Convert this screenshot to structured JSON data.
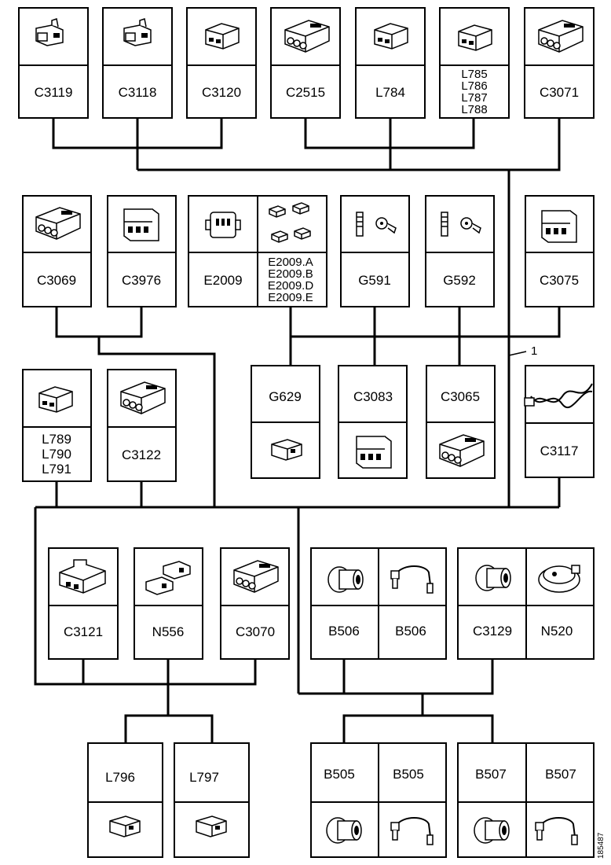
{
  "diagram": {
    "harness_callout": "1",
    "image_id": "185487",
    "components": [
      {
        "id": "c3119",
        "label": "C3119",
        "icon": "connector-plug-icon"
      },
      {
        "id": "c3118",
        "label": "C3118",
        "icon": "connector-plug-icon"
      },
      {
        "id": "c3120",
        "label": "C3120",
        "icon": "connector-housing-icon"
      },
      {
        "id": "c2515",
        "label": "C2515",
        "icon": "multi-pin-connector-icon"
      },
      {
        "id": "l784",
        "label": "L784",
        "icon": "connector-housing-icon"
      },
      {
        "id": "l785",
        "label": "L785",
        "icon": "connector-housing-icon"
      },
      {
        "id": "l786",
        "label": "L786",
        "icon": "connector-housing-icon"
      },
      {
        "id": "l787",
        "label": "L787",
        "icon": "connector-housing-icon"
      },
      {
        "id": "l788",
        "label": "L788",
        "icon": "connector-housing-icon"
      },
      {
        "id": "c3071",
        "label": "C3071",
        "icon": "multi-pin-connector-icon"
      },
      {
        "id": "c3069",
        "label": "C3069",
        "icon": "multi-pin-connector-icon"
      },
      {
        "id": "c3976",
        "label": "C3976",
        "icon": "connector-block-icon"
      },
      {
        "id": "e2009",
        "label": "E2009",
        "icon": "fuse-holder-icon"
      },
      {
        "id": "e2009a",
        "label": "E2009.A",
        "icon": "terminal-icon"
      },
      {
        "id": "e2009b",
        "label": "E2009.B",
        "icon": "terminal-icon"
      },
      {
        "id": "e2009d",
        "label": "E2009.D",
        "icon": "terminal-icon"
      },
      {
        "id": "e2009e",
        "label": "E2009.E",
        "icon": "terminal-icon"
      },
      {
        "id": "g591",
        "label": "G591",
        "icon": "ground-stud-icon"
      },
      {
        "id": "g592",
        "label": "G592",
        "icon": "ground-stud-icon"
      },
      {
        "id": "c3075",
        "label": "C3075",
        "icon": "connector-block-icon"
      },
      {
        "id": "g629",
        "label": "G629",
        "icon": "single-connector-icon"
      },
      {
        "id": "c3083",
        "label": "C3083",
        "icon": "connector-block-icon"
      },
      {
        "id": "c3065",
        "label": "C3065",
        "icon": "multi-pin-connector-icon"
      },
      {
        "id": "c3117",
        "label": "C3117",
        "icon": "twisted-wire-icon"
      },
      {
        "id": "l789",
        "label": "L789",
        "icon": "connector-housing-icon"
      },
      {
        "id": "l790",
        "label": "L790",
        "icon": "connector-housing-icon"
      },
      {
        "id": "l791",
        "label": "L791",
        "icon": "connector-housing-icon"
      },
      {
        "id": "c3122",
        "label": "C3122",
        "icon": "multi-pin-connector-icon"
      },
      {
        "id": "c3121",
        "label": "C3121",
        "icon": "connector-bracket-icon"
      },
      {
        "id": "n556",
        "label": "N556",
        "icon": "connector-pair-icon"
      },
      {
        "id": "c3070",
        "label": "C3070",
        "icon": "multi-pin-connector-icon"
      },
      {
        "id": "b506_a",
        "label": "B506",
        "icon": "sensor-icon"
      },
      {
        "id": "b506_b",
        "label": "B506",
        "icon": "sensor-lead-icon"
      },
      {
        "id": "c3129",
        "label": "C3129",
        "icon": "sensor-icon"
      },
      {
        "id": "n520",
        "label": "N520",
        "icon": "module-icon"
      },
      {
        "id": "l796",
        "label": "L796",
        "icon": "single-connector-icon"
      },
      {
        "id": "l797",
        "label": "L797",
        "icon": "single-connector-icon"
      },
      {
        "id": "b505_a",
        "label": "B505",
        "icon": "sensor-icon"
      },
      {
        "id": "b505_b",
        "label": "B505",
        "icon": "sensor-lead-icon"
      },
      {
        "id": "b507_a",
        "label": "B507",
        "icon": "sensor-icon"
      },
      {
        "id": "b507_b",
        "label": "B507",
        "icon": "sensor-lead-icon"
      }
    ]
  }
}
